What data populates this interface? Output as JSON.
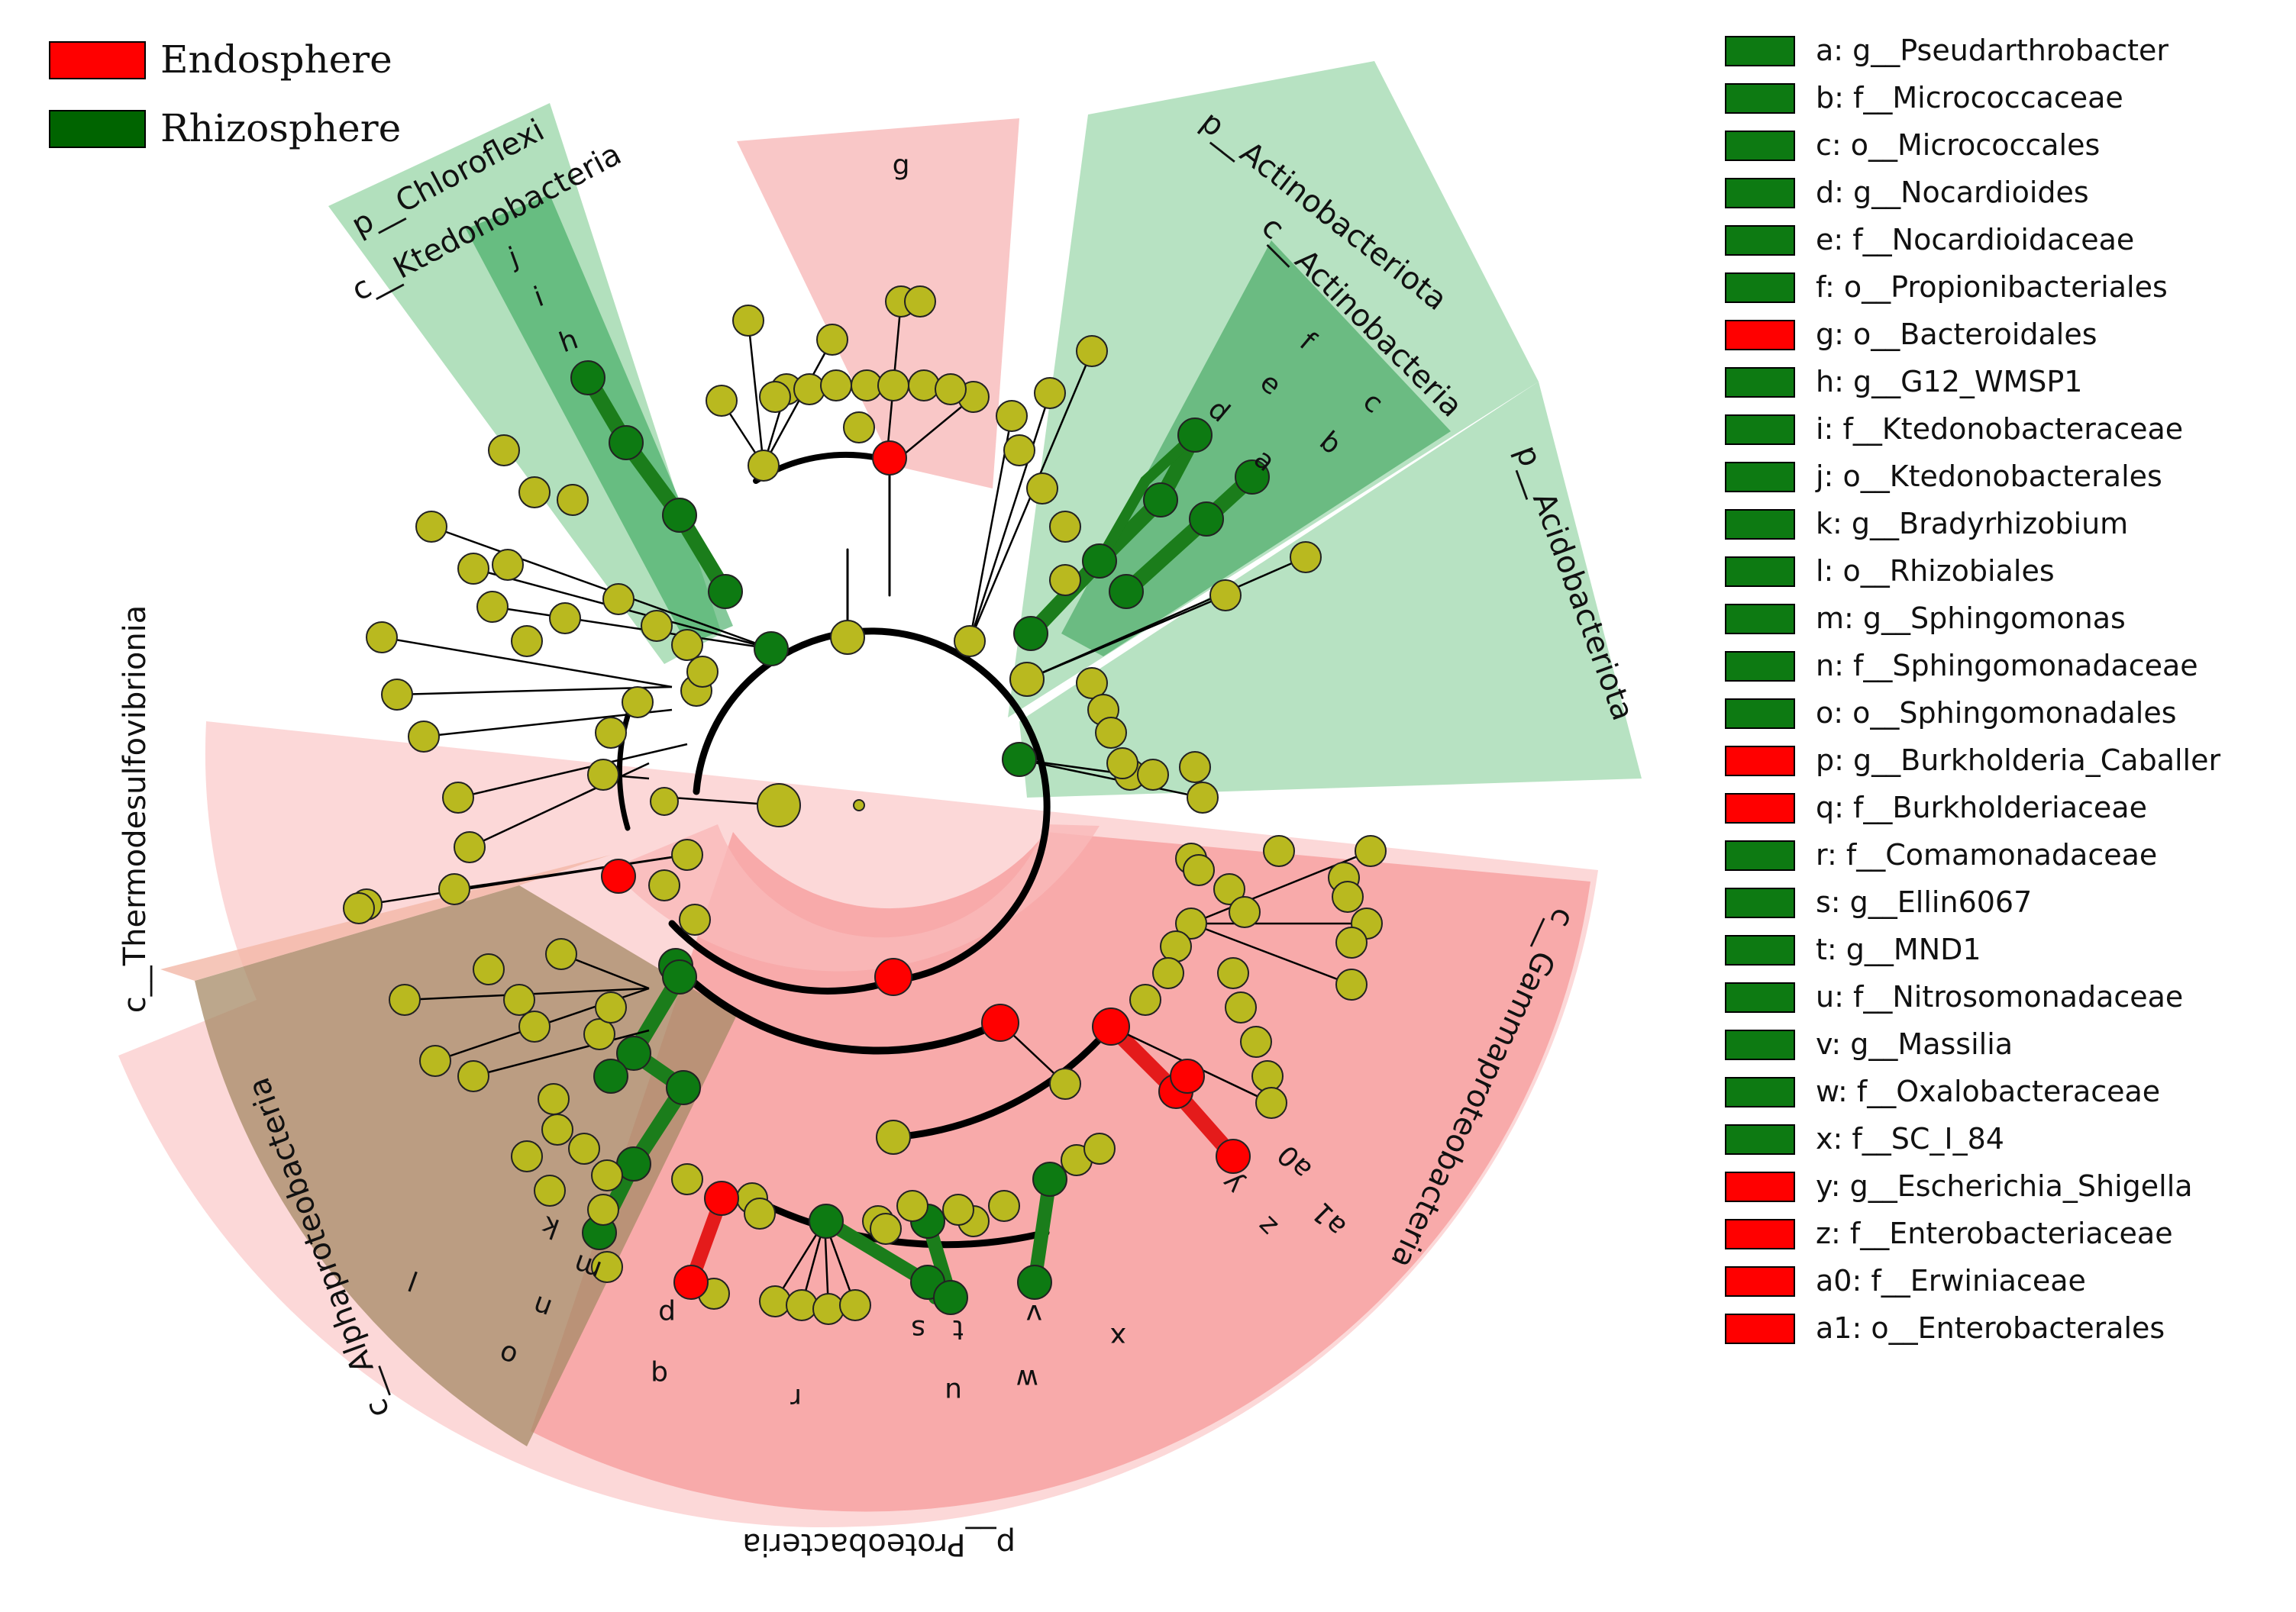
{
  "groups": [
    {
      "name": "Endosphere",
      "color": "#ff0000"
    },
    {
      "name": "Rhizosphere",
      "color": "#006400"
    }
  ],
  "colors": {
    "endo_fill": "#ff0000",
    "rhizo_fill": "#0d7a12",
    "nonsig_fill": "#b9b91f",
    "edge": "#000000",
    "rhizo_shade": "#7ccf8e",
    "endo_shade": "#f6a3a3"
  },
  "phylum_labels": {
    "chloroflexi": "p__Chloroflexi",
    "actinobacteriota": "p__Actinobacteriota",
    "acidobacteriota": "p__Acidobacteriota",
    "desulfovibrionia": "c__Thermodesulfovibrionia",
    "proteobacteria": "p__Proteobacteria"
  },
  "class_labels": {
    "ktedonobacteria": "c__Ktedonobacteria",
    "actinobacteria": "c__Actinobacteria",
    "alphaproteobacteria": "c__Alphaproteobacteria",
    "gammaproteobacteria": "c__Gammaproteobacteria"
  },
  "clade_letters": {
    "g": "g",
    "j": "j",
    "i": "i",
    "h": "h",
    "f": "f",
    "e": "e",
    "c": "c",
    "d": "d",
    "b": "b",
    "a": "a",
    "k": "k",
    "m": "m",
    "n": "n",
    "o": "o",
    "l": "l",
    "p": "p",
    "q": "q",
    "r": "r",
    "s": "s",
    "t": "t",
    "u": "u",
    "v": "v",
    "w": "w",
    "x": "x",
    "y": "y",
    "z": "z",
    "a0": "a0",
    "a1": "a1"
  },
  "legend": [
    {
      "key": "a",
      "label": "a: g__Pseudarthrobacter",
      "group": "Rhizosphere"
    },
    {
      "key": "b",
      "label": "b: f__Micrococcaceae",
      "group": "Rhizosphere"
    },
    {
      "key": "c",
      "label": "c: o__Micrococcales",
      "group": "Rhizosphere"
    },
    {
      "key": "d",
      "label": "d: g__Nocardioides",
      "group": "Rhizosphere"
    },
    {
      "key": "e",
      "label": "e: f__Nocardioidaceae",
      "group": "Rhizosphere"
    },
    {
      "key": "f",
      "label": "f: o__Propionibacteriales",
      "group": "Rhizosphere"
    },
    {
      "key": "g",
      "label": "g: o__Bacteroidales",
      "group": "Endosphere"
    },
    {
      "key": "h",
      "label": "h: g__G12_WMSP1",
      "group": "Rhizosphere"
    },
    {
      "key": "i",
      "label": "i: f__Ktedonobacteraceae",
      "group": "Rhizosphere"
    },
    {
      "key": "j",
      "label": "j: o__Ktedonobacterales",
      "group": "Rhizosphere"
    },
    {
      "key": "k",
      "label": "k: g__Bradyrhizobium",
      "group": "Rhizosphere"
    },
    {
      "key": "l",
      "label": "l: o__Rhizobiales",
      "group": "Rhizosphere"
    },
    {
      "key": "m",
      "label": "m: g__Sphingomonas",
      "group": "Rhizosphere"
    },
    {
      "key": "n",
      "label": "n: f__Sphingomonadaceae",
      "group": "Rhizosphere"
    },
    {
      "key": "o",
      "label": "o: o__Sphingomonadales",
      "group": "Rhizosphere"
    },
    {
      "key": "p",
      "label": "p: g__Burkholderia_Caballer",
      "group": "Endosphere"
    },
    {
      "key": "q",
      "label": "q: f__Burkholderiaceae",
      "group": "Endosphere"
    },
    {
      "key": "r",
      "label": "r: f__Comamonadaceae",
      "group": "Rhizosphere"
    },
    {
      "key": "s",
      "label": "s: g__Ellin6067",
      "group": "Rhizosphere"
    },
    {
      "key": "t",
      "label": "t: g__MND1",
      "group": "Rhizosphere"
    },
    {
      "key": "u",
      "label": "u: f__Nitrosomonadaceae",
      "group": "Rhizosphere"
    },
    {
      "key": "v",
      "label": "v: g__Massilia",
      "group": "Rhizosphere"
    },
    {
      "key": "w",
      "label": "w: f__Oxalobacteraceae",
      "group": "Rhizosphere"
    },
    {
      "key": "x",
      "label": "x: f__SC_I_84",
      "group": "Rhizosphere"
    },
    {
      "key": "y",
      "label": "y: g__Escherichia_Shigella",
      "group": "Endosphere"
    },
    {
      "key": "z",
      "label": "z: f__Enterobacteriaceae",
      "group": "Endosphere"
    },
    {
      "key": "a0",
      "label": "a0: f__Erwiniaceae",
      "group": "Endosphere"
    },
    {
      "key": "a1",
      "label": "a1: o__Enterobacterales",
      "group": "Endosphere"
    }
  ]
}
